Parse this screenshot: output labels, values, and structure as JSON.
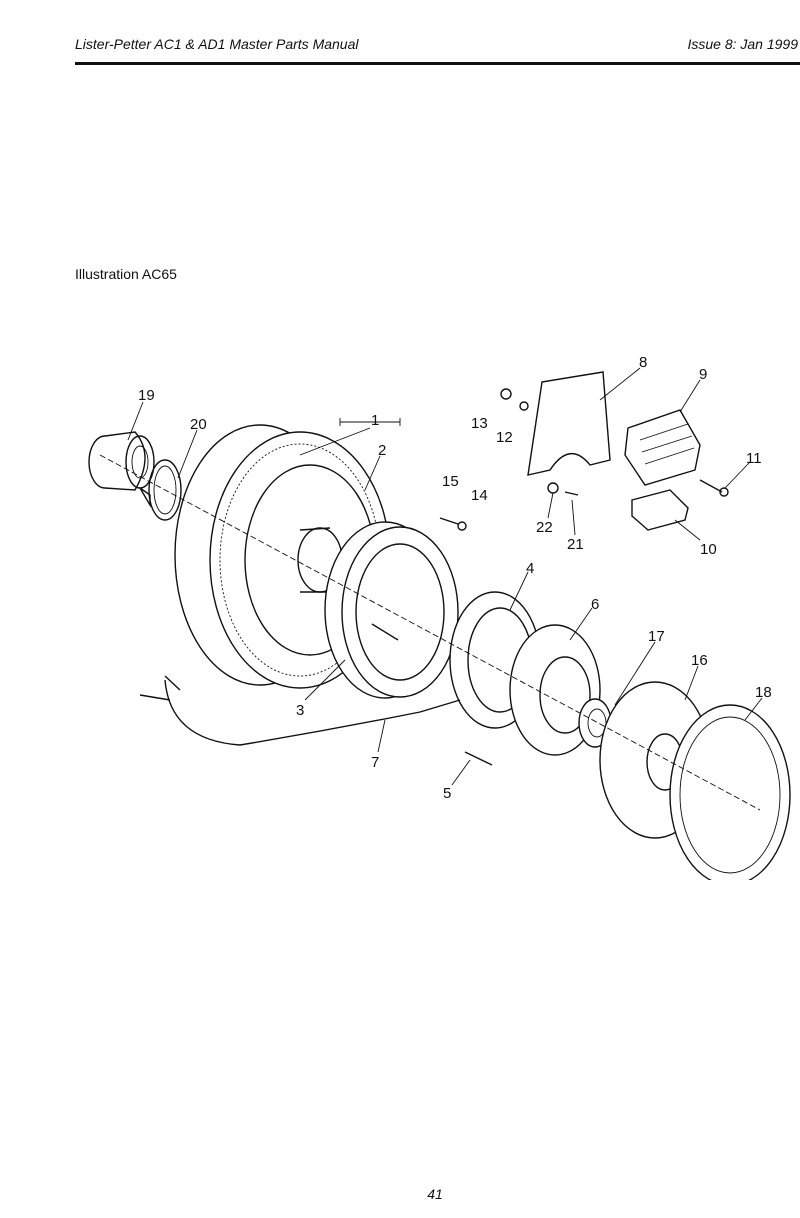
{
  "header": {
    "title": "Lister-Petter AC1 & AD1 Master Parts Manual",
    "issue": "Issue 8: Jan 1999"
  },
  "illustration": {
    "caption": "Illustration AC65",
    "callouts": [
      "1",
      "2",
      "3",
      "4",
      "5",
      "6",
      "7",
      "8",
      "9",
      "10",
      "11",
      "12",
      "13",
      "14",
      "15",
      "16",
      "17",
      "18",
      "19",
      "20",
      "21",
      "22"
    ]
  },
  "footer": {
    "page_number": "41"
  }
}
